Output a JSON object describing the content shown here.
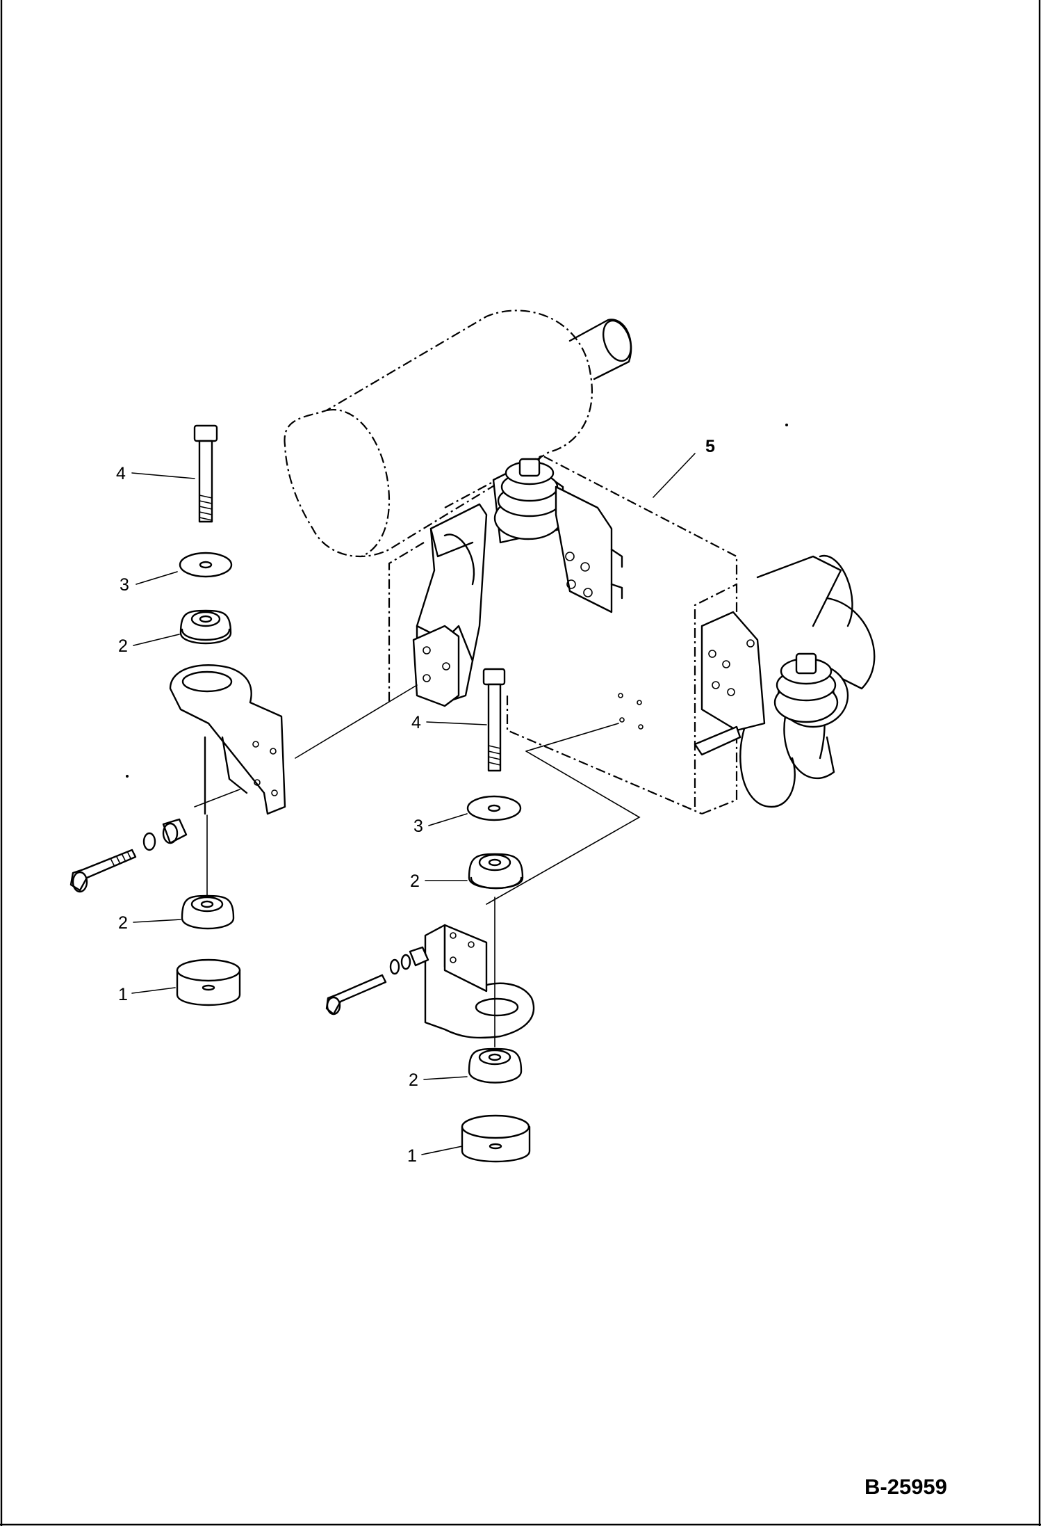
{
  "drawing": {
    "code": "B-25959"
  },
  "callouts": [
    {
      "id": "c4a",
      "text": "4"
    },
    {
      "id": "c3a",
      "text": "3"
    },
    {
      "id": "c2a",
      "text": "2"
    },
    {
      "id": "c2b",
      "text": "2"
    },
    {
      "id": "c1a",
      "text": "1"
    },
    {
      "id": "c5",
      "text": "5"
    },
    {
      "id": "c4b",
      "text": "4"
    },
    {
      "id": "c3b",
      "text": "3"
    },
    {
      "id": "c2c",
      "text": "2"
    },
    {
      "id": "c2d",
      "text": "2"
    },
    {
      "id": "c1b",
      "text": "1"
    }
  ]
}
